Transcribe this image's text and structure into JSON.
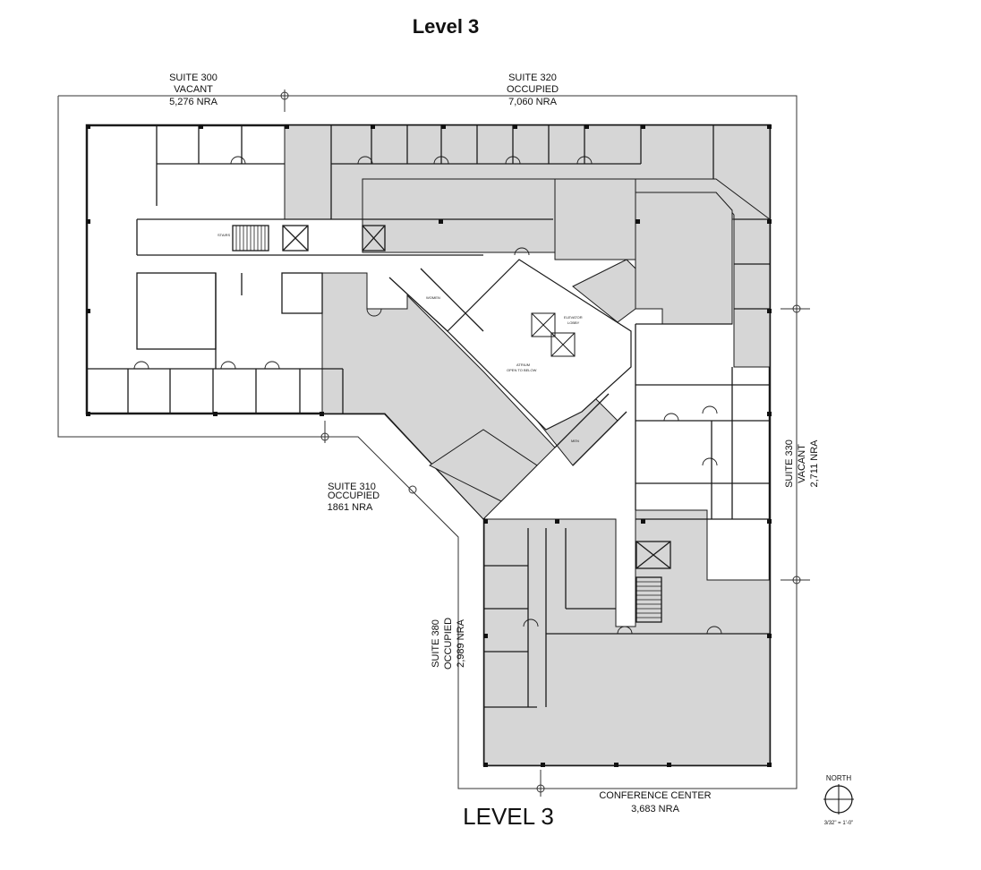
{
  "page_title": "Level 3",
  "level_caption": "LEVEL 3",
  "suites": [
    {
      "name": "SUITE 300",
      "status": "VACANT",
      "area": "5,276 NRA"
    },
    {
      "name": "SUITE 320",
      "status": "OCCUPIED",
      "area": "7,060 NRA"
    },
    {
      "name": "SUITE 310",
      "status": "OCCUPIED",
      "area": "1861 NRA"
    },
    {
      "name": "SUITE 330",
      "status": "VACANT",
      "area": "2,711 NRA"
    },
    {
      "name": "SUITE 380",
      "status": "OCCUPIED",
      "area": "2,989 NRA"
    },
    {
      "name": "CONFERENCE CENTER",
      "status": "",
      "area": "3,683 NRA"
    }
  ],
  "room_labels": {
    "stairs": "STAIRS",
    "women": "WOMEN",
    "men": "MEN",
    "elevator_lobby_1": "ELEVATOR",
    "elevator_lobby_2": "LOBBY",
    "atrium_1": "ATRIUM",
    "atrium_2": "OPEN TO BELOW"
  },
  "north_label": "NORTH",
  "scale": "3/32\" = 1'-0\"",
  "colors": {
    "occupied_fill": "#d6d6d6",
    "vacant_fill": "#ffffff",
    "wall": "#1a1a1a"
  }
}
